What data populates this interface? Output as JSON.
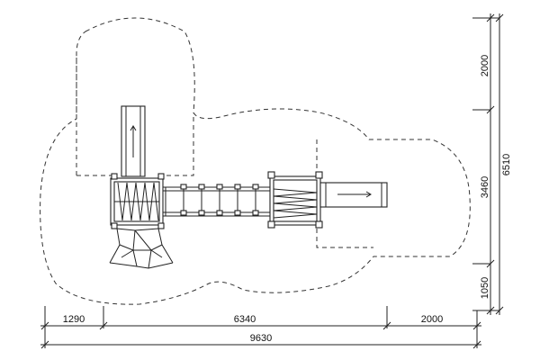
{
  "dimensions": {
    "bottom_segments": [
      "1290",
      "6340",
      "2000"
    ],
    "bottom_total": "9630",
    "right_segments": [
      "2000",
      "3460",
      "1050"
    ],
    "right_total": "6510"
  }
}
